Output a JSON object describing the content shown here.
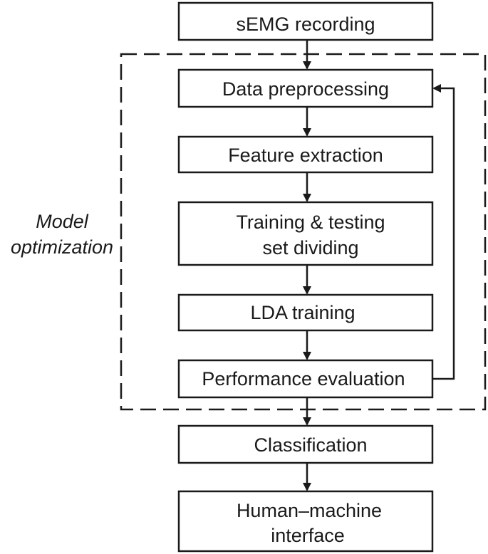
{
  "diagram": {
    "group_label": {
      "line1": "Model",
      "line2": "optimization"
    },
    "nodes": [
      {
        "id": "semg-recording",
        "lines": [
          "sEMG recording"
        ]
      },
      {
        "id": "data-preprocessing",
        "lines": [
          "Data preprocessing"
        ]
      },
      {
        "id": "feature-extraction",
        "lines": [
          "Feature extraction"
        ]
      },
      {
        "id": "training-testing-set-dividing",
        "lines": [
          "Training & testing",
          "set dividing"
        ]
      },
      {
        "id": "lda-training",
        "lines": [
          "LDA training"
        ]
      },
      {
        "id": "performance-evaluation",
        "lines": [
          "Performance evaluation"
        ]
      },
      {
        "id": "classification",
        "lines": [
          "Classification"
        ]
      },
      {
        "id": "human-machine-interface",
        "lines": [
          "Human–machine",
          "interface"
        ]
      }
    ],
    "edges": [
      {
        "from": "semg-recording",
        "to": "data-preprocessing"
      },
      {
        "from": "data-preprocessing",
        "to": "feature-extraction"
      },
      {
        "from": "feature-extraction",
        "to": "training-testing-set-dividing"
      },
      {
        "from": "training-testing-set-dividing",
        "to": "lda-training"
      },
      {
        "from": "lda-training",
        "to": "performance-evaluation"
      },
      {
        "from": "performance-evaluation",
        "to": "classification"
      },
      {
        "from": "classification",
        "to": "human-machine-interface"
      },
      {
        "from": "performance-evaluation",
        "to": "data-preprocessing",
        "type": "feedback"
      }
    ],
    "style": {
      "stroke": "#1a1a1a",
      "background": "#ffffff"
    }
  }
}
